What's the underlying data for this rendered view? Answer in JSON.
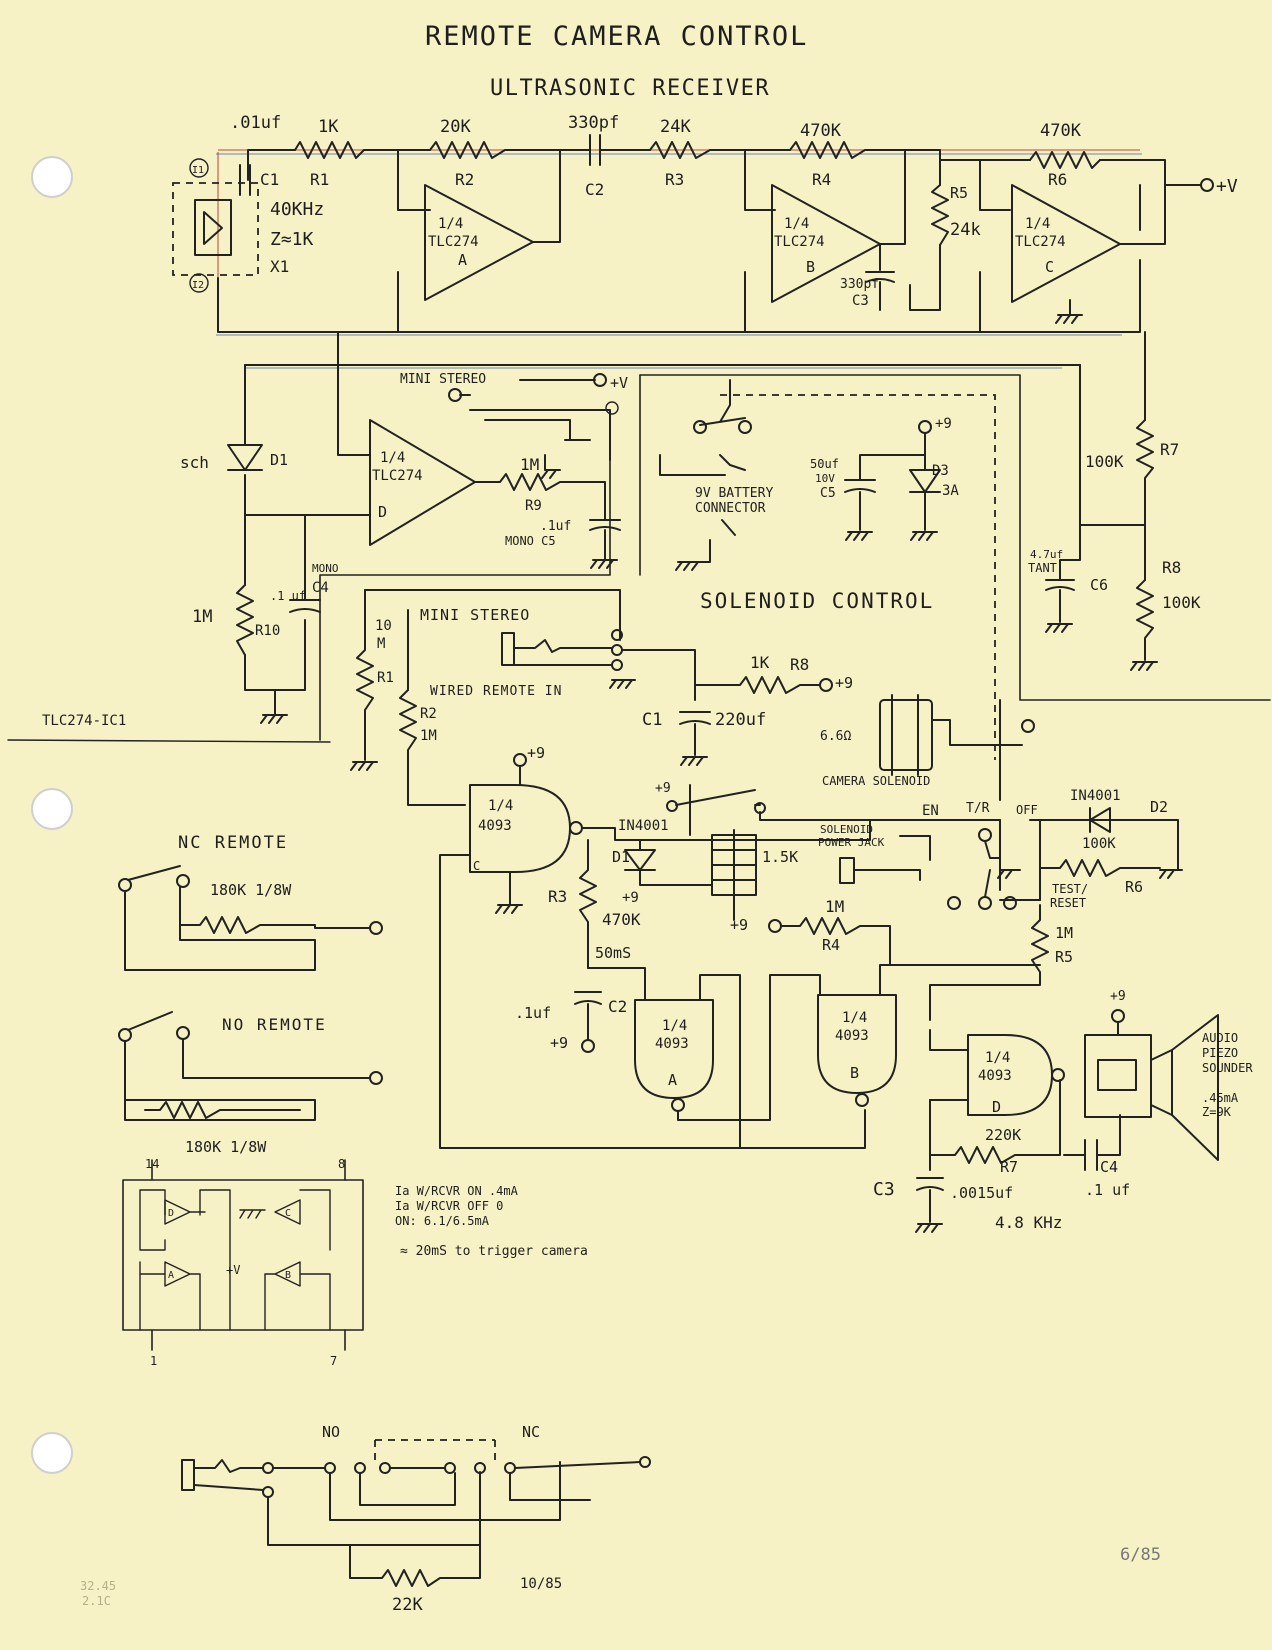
{
  "title": "REMOTE CAMERA CONTROL",
  "subtitle": "ULTRASONIC RECEIVER",
  "section_solenoid": "SOLENOID CONTROL",
  "labels": {
    "c1_top_val": ".01uf",
    "r1_top_val": "1K",
    "c1_top": "C1",
    "r1_top": "R1",
    "i1": "I1",
    "i2": "I2",
    "freq": "40KHz",
    "imp": "Z≈1K",
    "x1": "X1",
    "r2_top_val": "20K",
    "r2_top": "R2",
    "opamp_a_frac": "1/4",
    "opamp_a_name": "TLC274",
    "opamp_a_id": "A",
    "c2_top_val": "330pf",
    "c2_top": "C2",
    "r3_top_val": "24K",
    "r3_top": "R3",
    "r4_top_val": "470K",
    "r4_top": "R4",
    "opamp_b_frac": "1/4",
    "opamp_b_name": "TLC274",
    "opamp_b_id": "B",
    "c3_top_val": "330pf",
    "c3_top": "C3",
    "r5_top": "R5",
    "r5_top_val": "24k",
    "r6_top_val": "470K",
    "r6_top": "R6",
    "opamp_c_frac": "1/4",
    "opamp_c_name": "TLC274",
    "opamp_c_id": "C",
    "vplus_right": "+V",
    "mini_stereo_top": "MINI STEREO",
    "vplus_mid": "+V",
    "sch": "sch",
    "d1_top": "D1",
    "opamp_d_frac": "1/4",
    "opamp_d_name": "TLC274",
    "opamp_d_id": "D",
    "r9_val": "1M",
    "r9": "R9",
    "c5_mono_val": ".1uf",
    "c5_mono": "MONO C5",
    "mono_c4": "MONO",
    "c4": "C4",
    "c4_val": ".1 uf",
    "r10_val": "1M",
    "r10": "R10",
    "ic1": "TLC274-IC1",
    "battery": "9V BATTERY",
    "connector": "CONNECTOR",
    "c5_bat_val": "50uf",
    "c5_bat_v": "10V",
    "c5_bat": "C5",
    "d3": "D3",
    "d3_val": "3A",
    "plus9_top": "+9",
    "r7_right_val": "100K",
    "r7_right": "R7",
    "c6_val": "4.7uf",
    "c6_tant": "TANT",
    "c6": "C6",
    "r8_right": "R8",
    "r8_right_val": "100K",
    "r1_sol_val": "10",
    "r1_sol_unit": "M",
    "r1_sol": "R1",
    "mini_stereo_sol": "MINI STEREO",
    "wired_remote": "WIRED REMOTE IN",
    "r8_sol_val": "1K",
    "r8_sol": "R8",
    "plus9_r8": "+9",
    "c1_sol": "C1",
    "c1_sol_val": "220uf",
    "r2_sol": "R2",
    "r2_sol_val": "1M",
    "ohm66": "6.6Ω",
    "camera_sol": "CAMERA SOLENOID",
    "plus9_nand": "+9",
    "nand_c_frac": "1/4",
    "nand_c_name": "4093",
    "nand_c_id": "C",
    "plus9_sw": "+9",
    "in4001_mid": "IN4001",
    "d1_sol": "D1",
    "relay_val": "1.5K",
    "solenoid_power": "SOLENOID",
    "power_jack": "POWER JACK",
    "en": "EN",
    "tr": "T/R",
    "off": "OFF",
    "in4001_right": "IN4001",
    "d2": "D2",
    "r6_sol_val": "100K",
    "r6_sol": "R6",
    "test_reset": "TEST/",
    "reset": "RESET",
    "r3_sol": "R3",
    "plus9_r3": "+9",
    "r3_sol_val": "470K",
    "ms50": "50mS",
    "plus9_r4": "+9",
    "r4_sol_val": "1M",
    "r4_sol": "R4",
    "r5_sol_val": "1M",
    "r5_sol": "R5",
    "c2_sol_val": ".1uf",
    "c2_sol": "C2",
    "plus9_c2": "+9",
    "nand_a_frac": "1/4",
    "nand_a_name": "4093",
    "nand_a_id": "A",
    "nand_b_frac": "1/4",
    "nand_b_name": "4093",
    "nand_b_id": "B",
    "nand_d_frac": "1/4",
    "nand_d_name": "4093",
    "nand_d_id": "D",
    "plus9_piezo": "+9",
    "audio": "AUDIO",
    "piezo": "PIEZO",
    "sounder": "SOUNDER",
    "sounder_i": ".45mA",
    "sounder_z": "Z=9K",
    "r7_sol_val": "220K",
    "r7_sol": "R7",
    "c4_sol": "C4",
    "c4_sol_val": ".1 uf",
    "c3_sol": "C3",
    "c3_sol_val": ".0015uf",
    "khz": "4.8 KHz",
    "nc_remote": "NC REMOTE",
    "nc_res": "180K 1/8W",
    "no_remote": "NO REMOTE",
    "no_res": "180K 1/8W",
    "pin14": "14",
    "pin8": "8",
    "pin1": "1",
    "pin7": "7",
    "pinout_d": "D",
    "pinout_c": "C",
    "pinout_a": "A",
    "pinout_b": "B",
    "pinout_v": "+V",
    "note1": "Ia W/RCVR ON .4mA",
    "note2": "Ia W/RCVR OFF 0",
    "note3": "ON: 6.1/6.5mA",
    "note4": "≈ 20mS to trigger camera",
    "no_sw": "NO",
    "nc_sw": "NC",
    "res22k": "22K",
    "date_right": "6/85",
    "date_bottom": "10/85",
    "pencil1": "32.45",
    "pencil2": "2.1C"
  }
}
